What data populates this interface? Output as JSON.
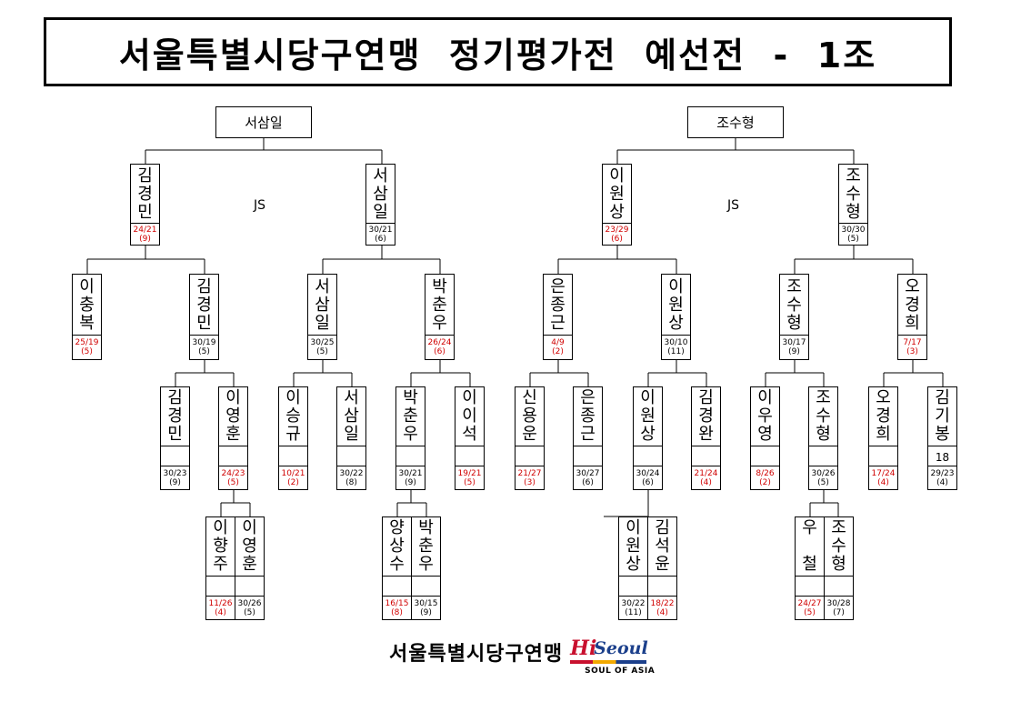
{
  "title": "서울특별시당구연맹  정기평가전  예선전  -  1조",
  "footer": {
    "org": "서울특별시당구연맹",
    "logo_main": "Seoul",
    "logo_hi": "Hi",
    "logo_tag": "SOUL OF ASIA"
  },
  "brackets": [
    {
      "winner": "서삼일",
      "note": "JS",
      "semis": [
        {
          "name": "김경민",
          "score": "24/21",
          "rank": "(9)",
          "result": "loss"
        },
        {
          "name": "서삼일",
          "score": "30/21",
          "rank": "(6)",
          "result": "win"
        }
      ],
      "quarters": [
        {
          "name": "이충복",
          "score": "25/19",
          "rank": "(5)",
          "result": "loss"
        },
        {
          "name": "김경민",
          "score": "30/19",
          "rank": "(5)",
          "result": "win"
        },
        {
          "name": "서삼일",
          "score": "30/25",
          "rank": "(5)",
          "result": "win"
        },
        {
          "name": "박춘우",
          "score": "26/24",
          "rank": "(6)",
          "result": "loss"
        }
      ],
      "round16": [
        {
          "name": "김경민",
          "extra": "",
          "score": "30/23",
          "rank": "(9)",
          "result": "win"
        },
        {
          "name": "이영훈",
          "extra": "",
          "score": "24/23",
          "rank": "(5)",
          "result": "loss"
        },
        {
          "name": "이승규",
          "extra": "",
          "score": "10/21",
          "rank": "(2)",
          "result": "loss"
        },
        {
          "name": "서삼일",
          "extra": "",
          "score": "30/22",
          "rank": "(8)",
          "result": "win"
        },
        {
          "name": "박춘우",
          "extra": "",
          "score": "30/21",
          "rank": "(9)",
          "result": "win"
        },
        {
          "name": "이이석",
          "extra": "",
          "score": "19/21",
          "rank": "(5)",
          "result": "loss"
        }
      ],
      "prelim": [
        {
          "name": "이향주",
          "score": "11/26",
          "rank": "(4)",
          "result": "loss"
        },
        {
          "name": "이영훈",
          "score": "30/26",
          "rank": "(5)",
          "result": "win"
        },
        {
          "name": "양상수",
          "score": "16/15",
          "rank": "(8)",
          "result": "loss"
        },
        {
          "name": "박춘우",
          "score": "30/15",
          "rank": "(9)",
          "result": "win"
        }
      ]
    },
    {
      "winner": "조수형",
      "note": "JS",
      "semis": [
        {
          "name": "이원상",
          "score": "23/29",
          "rank": "(6)",
          "result": "loss"
        },
        {
          "name": "조수형",
          "score": "30/30",
          "rank": "(5)",
          "result": "win"
        }
      ],
      "quarters": [
        {
          "name": "은종근",
          "score": "4/9",
          "rank": "(2)",
          "result": "loss"
        },
        {
          "name": "이원상",
          "score": "30/10",
          "rank": "(11)",
          "result": "win"
        },
        {
          "name": "조수형",
          "score": "30/17",
          "rank": "(9)",
          "result": "win"
        },
        {
          "name": "오경희",
          "score": "7/17",
          "rank": "(3)",
          "result": "loss"
        }
      ],
      "round16": [
        {
          "name": "신용운",
          "extra": "",
          "score": "21/27",
          "rank": "(3)",
          "result": "loss"
        },
        {
          "name": "은종근",
          "extra": "",
          "score": "30/27",
          "rank": "(6)",
          "result": "win"
        },
        {
          "name": "이원상",
          "extra": "",
          "score": "30/24",
          "rank": "(6)",
          "result": "win"
        },
        {
          "name": "김경완",
          "extra": "",
          "score": "21/24",
          "rank": "(4)",
          "result": "loss"
        },
        {
          "name": "이우영",
          "extra": "",
          "score": "8/26",
          "rank": "(2)",
          "result": "loss"
        },
        {
          "name": "조수형",
          "extra": "",
          "score": "30/26",
          "rank": "(5)",
          "result": "win"
        },
        {
          "name": "오경희",
          "extra": "",
          "score": "17/24",
          "rank": "(4)",
          "result": "loss"
        },
        {
          "name": "김기봉",
          "extra": "18",
          "score": "29/23",
          "rank": "(4)",
          "result": "win"
        }
      ],
      "prelim": [
        {
          "name": "이원상",
          "score": "30/22",
          "rank": "(11)",
          "result": "win"
        },
        {
          "name": "김석윤",
          "score": "18/22",
          "rank": "(4)",
          "result": "loss"
        },
        {
          "name": "우 철",
          "score": "24/27",
          "rank": "(5)",
          "result": "loss"
        },
        {
          "name": "조수형",
          "score": "30/28",
          "rank": "(7)",
          "result": "win"
        }
      ]
    }
  ],
  "colors": {
    "loss": "#d00000",
    "win": "#000000"
  }
}
